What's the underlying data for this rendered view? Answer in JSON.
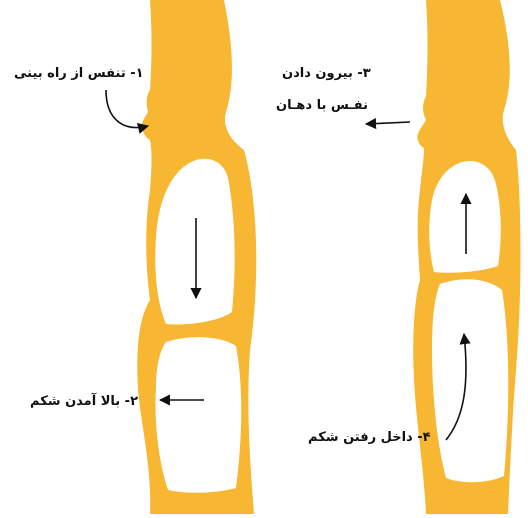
{
  "colors": {
    "body": "#F7B733",
    "background": "#FFFFFF",
    "ink": "#111111"
  },
  "labels": {
    "step1": "۱- تنفس از راه بینی",
    "step2": "۲- بالا آمدن شکم",
    "step3_line1": "۳- بیرون دادن",
    "step3_line2": "نفـس با دهـان",
    "step4": "۴- داخل رفتن شکم"
  }
}
